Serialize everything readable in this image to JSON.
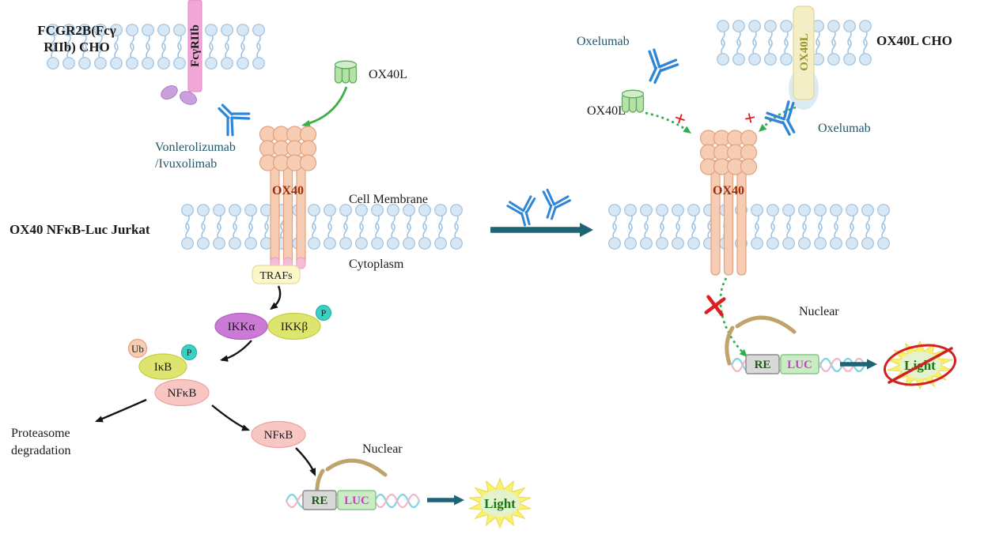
{
  "left_panel": {
    "cell_label_line1": "FCGR2B(Fcγ",
    "cell_label_line2": "RIIb) CHO",
    "receptor_bar": "FcγRIIb",
    "drug_line1": "Vonlerolizumab",
    "drug_line2": "/Ivuxolimab",
    "ligand": "OX40L",
    "receptor": "OX40",
    "membrane": "Cell Membrane",
    "cytoplasm": "Cytoplasm",
    "reporter_cell": "OX40 NFκB-Luc Jurkat",
    "trafs": "TRAFs",
    "ikka": "IKKα",
    "ikkb": "IKKβ",
    "phospho": "P",
    "ub": "Ub",
    "ikb": "IκB",
    "nfkb": "NFκB",
    "proteasome_line1": "Proteasome",
    "proteasome_line2": "degradation",
    "nuclear": "Nuclear",
    "re": "RE",
    "luc": "LUC",
    "light": "Light"
  },
  "right_panel": {
    "drug": "Oxelumab",
    "cell_label": "OX40L CHO",
    "ligand_bar": "OX40L",
    "ligand": "OX40L",
    "block_symbol": "+",
    "receptor": "OX40",
    "nuclear": "Nuclear",
    "re": "RE",
    "luc": "LUC",
    "light": "Light"
  },
  "colors": {
    "membrane_outline": "#9fc2e0",
    "membrane_head_fill": "#d7e7f4",
    "antibody_blue": "#2f86d6",
    "teal_arrow": "#1e6476",
    "dark_teal_text": "#23586b",
    "green_arrow": "#3fae46",
    "dotted_green_arrow": "#2fae4e",
    "red_block": "#df1f1f",
    "receptor_peach": "#f6cdb2",
    "receptor_outline": "#e3a07f",
    "ox40_text": "#9b2d0c",
    "fcgriib_bar_pink": "#f2a6d8",
    "fcgriib_oval_purple": "#c9a0dc",
    "ox40l_trimer_green": "#b5e3a6",
    "ox40l_bar_cream": "#f3eec5",
    "ox40l_bar_text": "#9a942e",
    "ikka_purple": "#cb7ad6",
    "ikkb_yellow_green": "#dde56f",
    "phospho_teal": "#3ecfc4",
    "nfkb_pink": "#f8c7c3",
    "ub_peach": "#f6cdb2",
    "trafs_fill": "#fdf6c8",
    "nuclear_envelope_tan": "#bfa36b",
    "dna_blue": "#7fd4e4",
    "dna_pink": "#f2b6c9",
    "re_box_gray": "#d9d9d9",
    "luc_box_green": "#c9ecc4",
    "re_text_green": "#175c17",
    "luc_text_magenta": "#cc3fcc",
    "light_burst_yellow": "#f8f170",
    "light_text_green": "#157a15",
    "no_sign_red": "#d02020"
  }
}
